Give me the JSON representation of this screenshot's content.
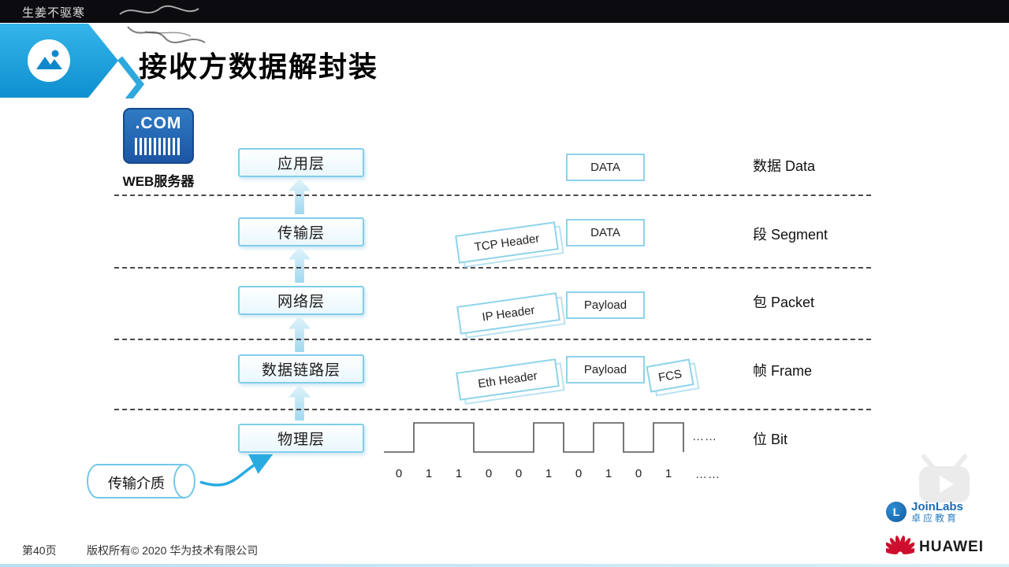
{
  "top_bar": {
    "watermark": "生姜不驱寒"
  },
  "header": {
    "title": "接收方数据解封装"
  },
  "server": {
    "icon_text": ".COM",
    "label": "WEB服务器"
  },
  "layers": [
    {
      "name": "应用层"
    },
    {
      "name": "传输层"
    },
    {
      "name": "网络层"
    },
    {
      "name": "数据链路层"
    },
    {
      "name": "物理层"
    }
  ],
  "pdu": {
    "rows": [
      {
        "label": "数据 Data",
        "boxes": [
          "DATA"
        ]
      },
      {
        "label": "段 Segment",
        "boxes": [
          "TCP Header",
          "DATA"
        ]
      },
      {
        "label": "包 Packet",
        "boxes": [
          "IP Header",
          "Payload"
        ]
      },
      {
        "label": "帧 Frame",
        "boxes": [
          "Eth Header",
          "Payload",
          "FCS"
        ]
      },
      {
        "label": "位 Bit",
        "boxes": []
      }
    ]
  },
  "bits": {
    "values": [
      "0",
      "1",
      "1",
      "0",
      "0",
      "1",
      "0",
      "1",
      "0",
      "1"
    ],
    "more": "……",
    "wave_more": "……"
  },
  "medium": {
    "label": "传输介质"
  },
  "footer": {
    "page": "第40页",
    "copyright": "版权所有© 2020 华为技术有限公司"
  },
  "logos": {
    "joinlabs": {
      "icon_letter": "L",
      "name": "JoinLabs",
      "subtitle": "卓应教育"
    },
    "huawei": {
      "text": "HUAWEI"
    }
  },
  "colors": {
    "accent_blue": "#29abe2",
    "box_border": "#82cde9",
    "huawei_red": "#ce0e2d",
    "joinlabs_blue": "#1b6cb5"
  },
  "icons": {
    "banner_icon": "picture-icon",
    "server_icon": "barcode-icon",
    "arrows": "up-arrow-icon",
    "video_overlay": "play-watermark-icon",
    "brand": "huawei-flower-icon"
  }
}
